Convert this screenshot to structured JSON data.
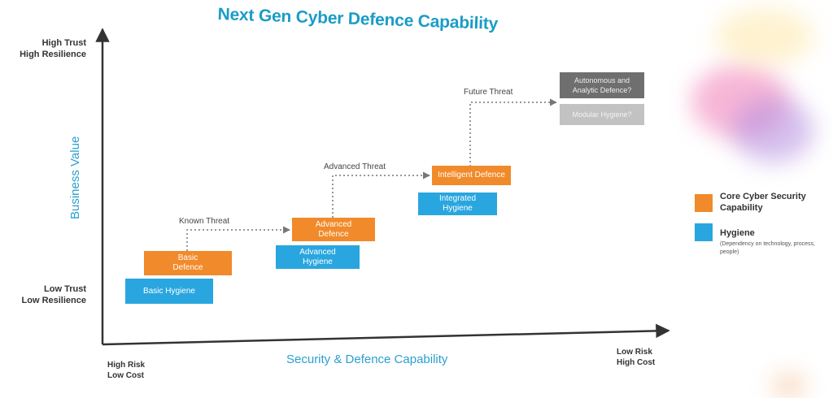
{
  "title": "Next Gen Cyber Defence Capability",
  "y_axis": {
    "label": "Business Value",
    "top": [
      "High Trust",
      "High Resilience"
    ],
    "bottom": [
      "Low Trust",
      "Low Resilience"
    ]
  },
  "x_axis": {
    "label": "Security & Defence Capability",
    "left": [
      "High Risk",
      "Low Cost"
    ],
    "right": [
      "Low Risk",
      "High Cost"
    ]
  },
  "boxes": {
    "basic_defence": "Basic Defence",
    "basic_hygiene": "Basic Hygiene",
    "advanced_defence": "Advanced Defence",
    "advanced_hygiene": "Advanced Hygiene",
    "intelligent_defence": "Intelligent Defence",
    "integrated_hygiene": "Integrated Hygiene",
    "autonomous": "Autonomous and Analytic Defence?",
    "modular": "Modular Hygiene?"
  },
  "threats": {
    "known": "Known Threat",
    "advanced": "Advanced Threat",
    "future": "Future Threat"
  },
  "legend": {
    "core": {
      "title": "Core Cyber Security Capability",
      "color": "#f18a2a"
    },
    "hygiene": {
      "title": "Hygiene",
      "note": "(Dependency on technology, process, people)",
      "color": "#29a6df"
    }
  }
}
